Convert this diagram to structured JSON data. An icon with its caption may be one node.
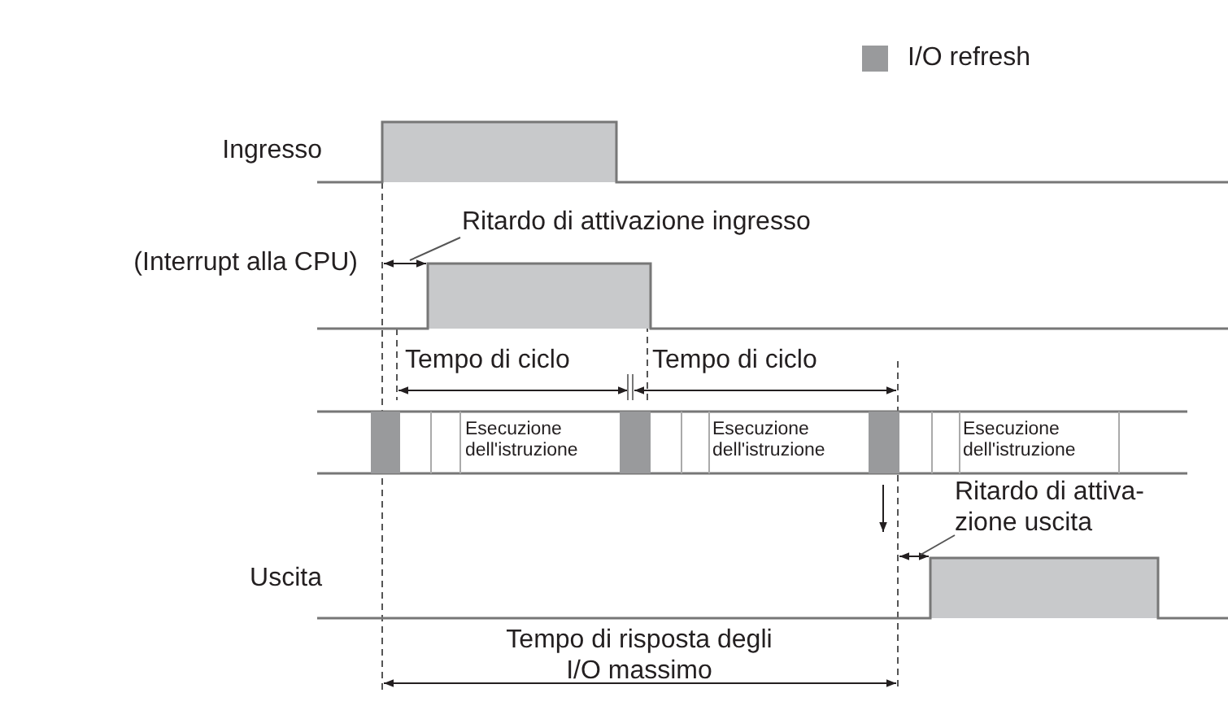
{
  "diagram": {
    "nodes": [
      {
        "text": [
          "Ritardo di attivazione ingresso"
        ]
      },
      {
        "text": [
          "Ritardo di attiva- zione uscita"
        ]
      }
    ],
    "edges": [
      {
        "from": 0,
        "to": null,
        "arrow": "none"
      },
      {
        "from": 1,
        "to": null,
        "arrow": "none"
      }
    ],
    "labels": [
      "Ingresso",
      "(Interrupt alla CPU)",
      "Tempo di ciclo",
      "Tempo di ciclo",
      "Esecuzione dell'istruzione",
      "Esecuzione dell'istruzione",
      "Esecuzione dell'istruzione",
      "Uscita",
      "Tempo di risposta degli I/O massimo"
    ],
    "legend": [
      {
        "text": "I/O refresh",
        "color": "#999a9c"
      }
    ]
  }
}
